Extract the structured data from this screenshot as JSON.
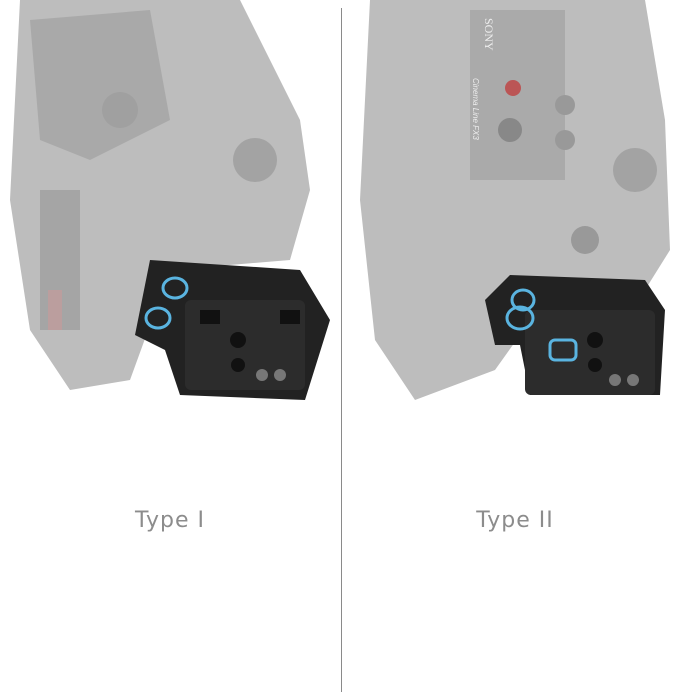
{
  "left": {
    "label": "Type I"
  },
  "right": {
    "label": "Type II",
    "camera_brand": "SONY",
    "camera_model": "Cinema Line FX3"
  },
  "colors": {
    "camera": "#b9b9b9",
    "plate": "#1e1e1e",
    "highlight": "#5ab4e0",
    "label": "#8c8c8c",
    "divider": "#8a8a8a"
  }
}
